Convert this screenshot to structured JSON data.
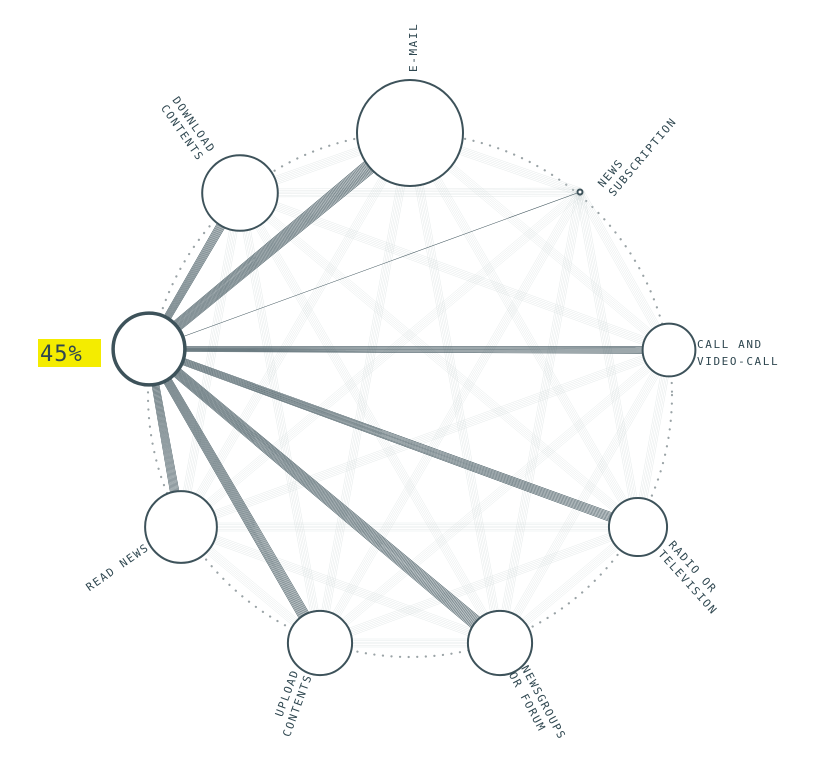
{
  "selected_node": "read-web",
  "selected_percent": "45%",
  "colors": {
    "node_stroke": "#3d525a",
    "highlight_bundle": "#3d525a",
    "background_bundle": "#cfd9d8",
    "ring_dots": "#9aa3a6",
    "percent_highlight": "#f4ec00",
    "label_text": "#2f4750"
  },
  "nodes": [
    {
      "id": "e-mail",
      "lines": [
        "E-MAIL"
      ],
      "weight": 1.0
    },
    {
      "id": "news-subscription",
      "lines": [
        "NEWS",
        "SUBSCRIPTION"
      ],
      "weight": 0.05
    },
    {
      "id": "call-and-video-call",
      "lines": [
        "CALL AND",
        "VIDEO-CALL"
      ],
      "weight": 0.3
    },
    {
      "id": "radio-or-television",
      "lines": [
        "RADIO OR",
        "TELEVISION"
      ],
      "weight": 0.37
    },
    {
      "id": "newsgroups-or-forum",
      "lines": [
        "NEWSGROUPS",
        "OR FORUM"
      ],
      "weight": 0.45
    },
    {
      "id": "upload-contents",
      "lines": [
        "UPLOAD",
        "CONTENTS"
      ],
      "weight": 0.45
    },
    {
      "id": "read-news",
      "lines": [
        "READ NEWS"
      ],
      "weight": 0.55
    },
    {
      "id": "read-web",
      "lines": [],
      "weight": 0.55
    },
    {
      "id": "download-contents",
      "lines": [
        "DOWNLOAD",
        "CONTENTS"
      ],
      "weight": 0.6
    }
  ],
  "links_from_selected": [
    {
      "target": "e-mail",
      "strands": 14
    },
    {
      "target": "download-contents",
      "strands": 9
    },
    {
      "target": "read-news",
      "strands": 9
    },
    {
      "target": "upload-contents",
      "strands": 11
    },
    {
      "target": "newsgroups-or-forum",
      "strands": 13
    },
    {
      "target": "radio-or-television",
      "strands": 9
    },
    {
      "target": "call-and-video-call",
      "strands": 7
    },
    {
      "target": "news-subscription",
      "strands": 1
    }
  ]
}
